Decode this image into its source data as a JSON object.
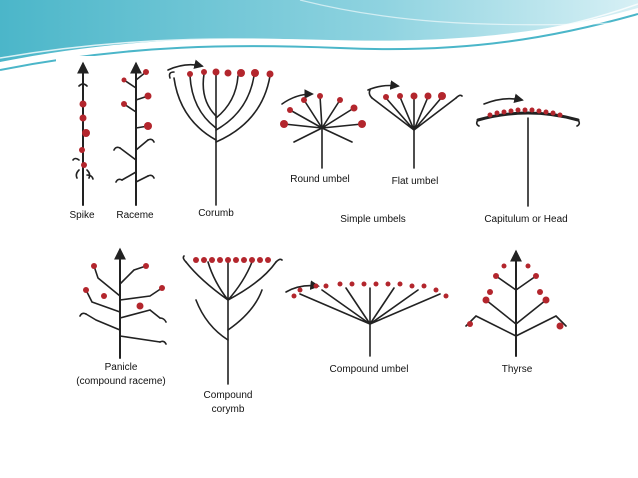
{
  "slide": {
    "accent_colors": {
      "teal": "#4bb6c9",
      "light_teal": "#bfe6ee",
      "flower": "#b3262d",
      "stem": "#222222"
    }
  },
  "diagram": {
    "labels": {
      "spike": "Spike",
      "raceme": "Raceme",
      "corymb": "Corumb",
      "round_umbel": "Round umbel",
      "flat_umbel": "Flat umbel",
      "simple_umbels": "Simple umbels",
      "capitulum": "Capitulum or Head",
      "panicle_line1": "Panicle",
      "panicle_line2": "(compound raceme)",
      "compound_corymb_line1": "Compound",
      "compound_corymb_line2": "corymb",
      "compound_umbel": "Compound umbel",
      "thyrse": "Thyrse"
    }
  }
}
